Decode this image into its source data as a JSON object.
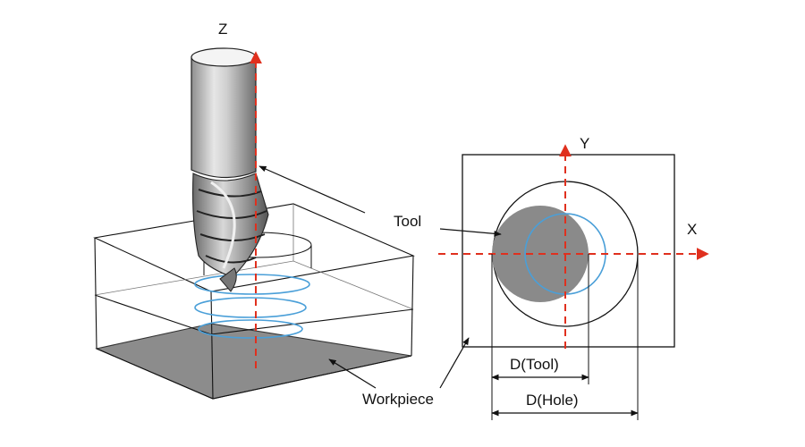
{
  "labels": {
    "z_axis": "Z",
    "y_axis": "Y",
    "x_axis": "X",
    "tool": "Tool",
    "workpiece": "Workpiece",
    "d_tool": "D(Tool)",
    "d_hole": "D(Hole)"
  },
  "colors": {
    "axis": "#e0301e",
    "helix": "#4a9fd8",
    "tool_disc": "#8a8a8a",
    "floor": "#8c8c8c",
    "line": "#111111"
  }
}
